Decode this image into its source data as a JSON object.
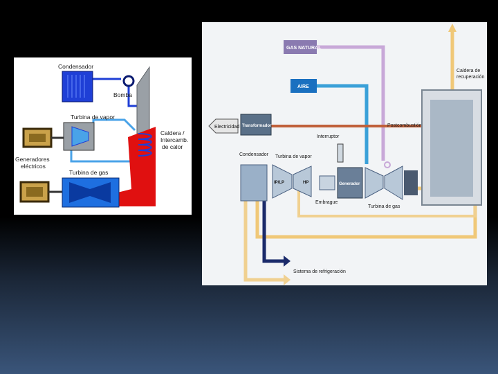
{
  "left_diagram": {
    "labels": {
      "condensador": "Condensador",
      "bomba": "Bomba",
      "turbina_vapor": "Turbina de vapor",
      "caldera_1": "Caldera /",
      "caldera_2": "Intercamb.",
      "caldera_3": "de calor",
      "generadores_1": "Generadores",
      "generadores_2": "eléctricos",
      "turbina_gas": "Turbina de gas"
    },
    "colors": {
      "water": "#1f3fd6",
      "steam": "#4aa3e8",
      "gas": "#e01010",
      "stack": "#9aa0a6",
      "gas_turbine": "#1e6fe0",
      "generator": "#8a6a1f"
    }
  },
  "right_diagram": {
    "labels": {
      "gas_natural": "GAS NATURAL",
      "aire": "AIRE",
      "electricidad": "Electricidad",
      "transformador": "Transformador",
      "interruptor": "Interruptor",
      "postcombustion": "Postcombustión",
      "caldera_1": "Caldera de",
      "caldera_2": "recuperación",
      "condensador": "Condensador",
      "turbina_vapor": "Turbina de vapor",
      "generador": "Generador",
      "embrague": "Embrague",
      "turbina_gas": "Turbina de gas",
      "iplp": "IP/LP",
      "hp": "HP",
      "sistema_refrigeracion": "Sistema de refrigeración"
    },
    "colors": {
      "gas_line": "#c8a8d8",
      "air_line": "#3aa0d8",
      "elec_line": "#c0603a",
      "hot_line": "#e8a060",
      "steam_line": "#f0c878",
      "cooling_dark": "#1a2a6a",
      "cooling_light": "#f0d090"
    }
  }
}
